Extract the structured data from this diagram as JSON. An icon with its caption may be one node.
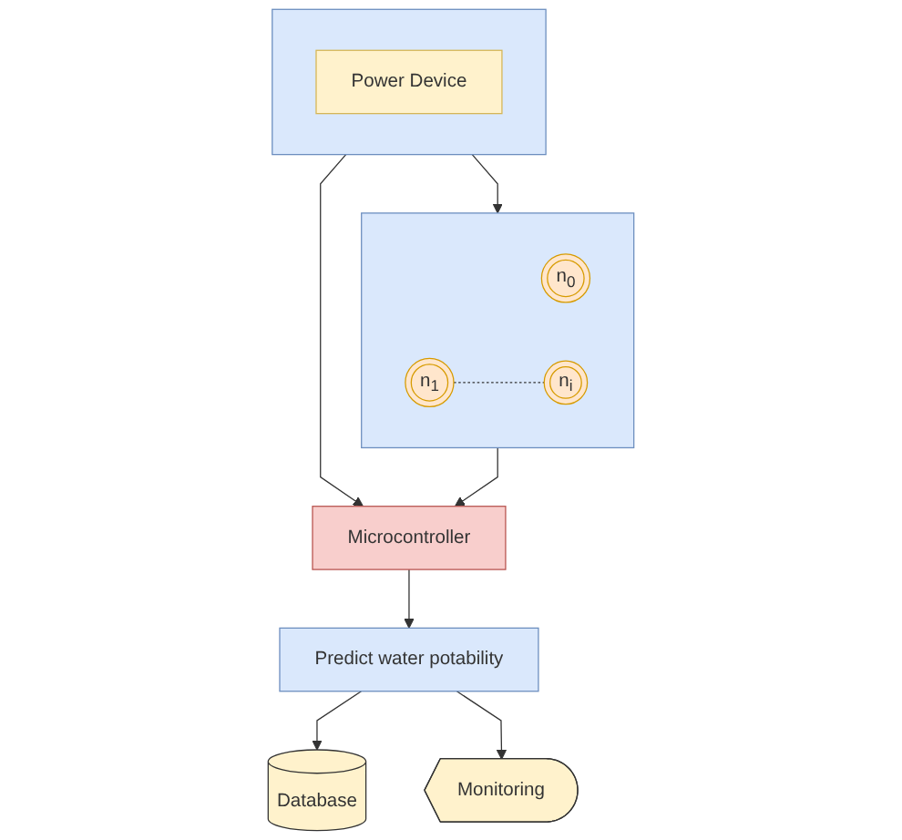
{
  "diagram": {
    "nodes": [
      {
        "text": [],
        "shape": "box"
      },
      {
        "text": [
          "Power Device"
        ],
        "in": 0
      },
      {
        "text": [],
        "shape": "box"
      },
      {
        "text": [
          "n$_{0}$"
        ],
        "in": 2
      },
      {
        "text": [
          "n$_{1}$"
        ],
        "in": 2
      },
      {
        "text": [
          "n$_{i}$"
        ],
        "in": 2
      },
      {
        "text": [
          "Microcontroller"
        ]
      },
      {
        "text": [
          "Predict water potability"
        ]
      },
      {
        "text": [
          "Database"
        ]
      },
      {
        "text": [
          "Monitoring"
        ]
      }
    ],
    "edges": [
      {
        "from": 0,
        "to": 2,
        "arrow": "to"
      },
      {
        "from": 0,
        "to": 6,
        "arrow": "to"
      },
      {
        "from": 4,
        "to": 5,
        "arrow": "none",
        "style": "dashed"
      },
      {
        "from": 2,
        "to": 6,
        "arrow": "to"
      },
      {
        "from": 6,
        "to": 7,
        "arrow": "to"
      },
      {
        "from": 7,
        "to": 8,
        "arrow": "to"
      },
      {
        "from": 7,
        "to": 9,
        "arrow": "to"
      }
    ]
  }
}
